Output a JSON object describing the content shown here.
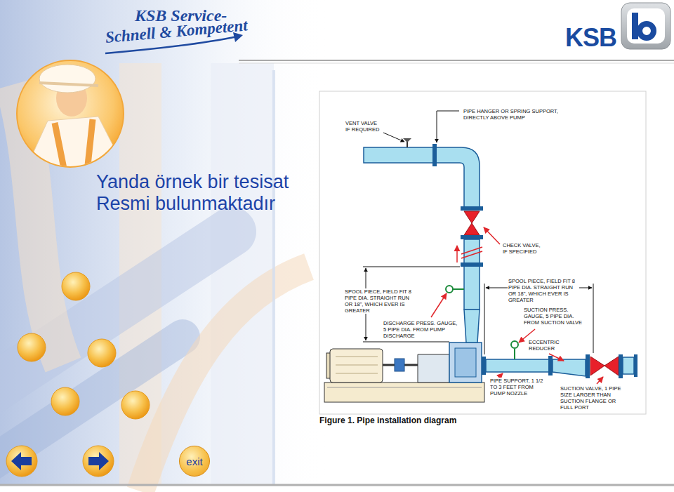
{
  "diagram": {
    "title": "Yanda örnek bir tesisat Resmi bulunmaktadır",
    "caption": "Figure 1. Pipe installation diagram",
    "nodes": [
      {
        "text": [
          "exit"
        ]
      }
    ],
    "labels": [
      "KSB Service-",
      "Schnell & Kompetent",
      "KSB",
      "VENT VALVE IF REQUIRED",
      "PIPE HANGER OR SPRING SUPPORT, DIRECTLY ABOVE PUMP",
      "CHECK VALVE, IF SPECIFIED",
      "SPOOL PIECE, FIELD FIT 8 PIPE DIA. STRAIGHT RUN OR 18\", WHICH EVER IS GREATER",
      "SPOOL PIECE, FIELD FIT 8 PIPE DIA. STRAIGHT RUN OR 18\", WHICH EVER IS GREATER",
      "SUCTION PRESS. GAUGE, 5 PIPE DIA. FROM SUCTION VALVE",
      "DISCHARGE PRESS. GAUGE, 5 PIPE DIA. FROM PUMP DISCHARGE",
      "ECCENTRIC REDUCER",
      "PIPE SUPPORT, 1 1/2 TO 3 FEET FROM PUMP NOZZLE",
      "SUCTION VALVE, 1 PIPE SIZE LARGER THAN SUCTION FLANGE OR FULL PORT"
    ]
  }
}
